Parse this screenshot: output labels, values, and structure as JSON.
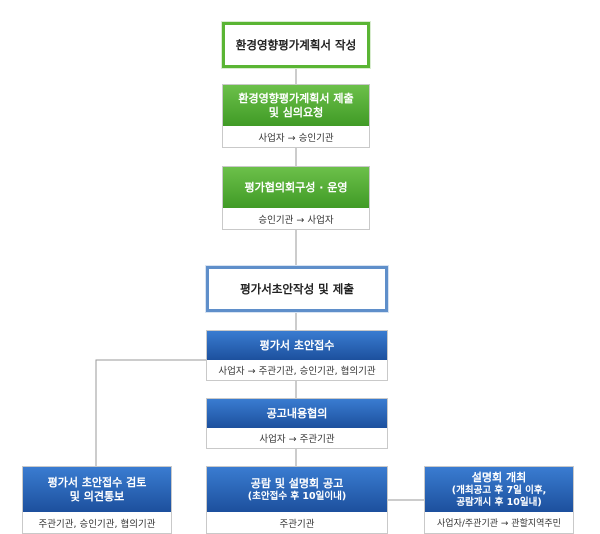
{
  "boxes": {
    "write": {
      "title": "환경영향평가계획서 작성"
    },
    "submit": {
      "title_line1": "환경영향평가계획서 제출",
      "title_line2": "및 심의요청",
      "flow": "사업자 → 승인기관"
    },
    "council": {
      "title": "평가협의회구성 · 운영",
      "flow": "승인기관 → 사업자"
    },
    "draft": {
      "title": "평가서초안작성 및 제출"
    },
    "receipt": {
      "title": "평가서 초안접수",
      "flow": "사업자 → 주관기관, 승인기관, 협의기관"
    },
    "notice": {
      "title": "공고내용협의",
      "flow": "사업자 → 주관기관"
    },
    "review": {
      "title_line1": "평가서 초안접수 검토",
      "title_line2": "및 의견통보",
      "flow": "주관기관, 승인기관, 협의기관"
    },
    "public": {
      "title": "공람 및 설명회 공고",
      "sub": "(초안접수 후 10일이내)",
      "flow": "주관기관"
    },
    "briefing": {
      "title": "설명회 개최",
      "sub_line1": "(개최공고 후 7일 이후,",
      "sub_line2": "공람개시 후 10일내)",
      "flow": "사업자/주관기관 → 관할지역주민"
    }
  },
  "colors": {
    "green": "#4fa92f",
    "blue": "#245ca8",
    "line": "#9a9a9a"
  }
}
